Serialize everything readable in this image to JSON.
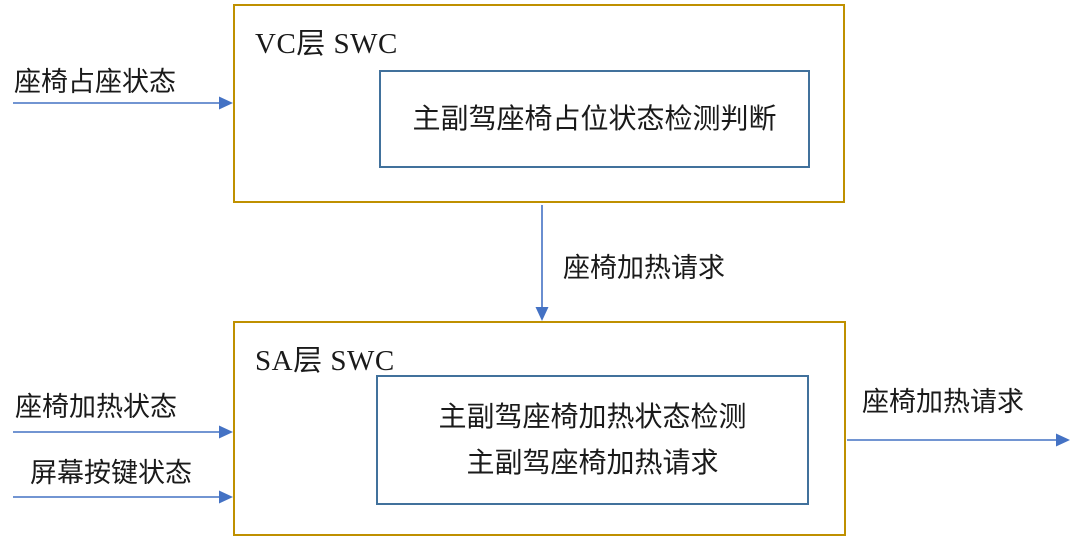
{
  "colors": {
    "block_border": "#BF9000",
    "inner_box_border": "#41719C",
    "arrow": "#4472C4",
    "text": "#1a1a1a",
    "background": "#ffffff"
  },
  "vc_block": {
    "title": "VC层 SWC",
    "function_box": "主副驾座椅占位状态检测判断",
    "input": "座椅占座状态"
  },
  "connection": {
    "label": "座椅加热请求"
  },
  "sa_block": {
    "title": "SA层 SWC",
    "function_box_line1": "主副驾座椅加热状态检测",
    "function_box_line2": "主副驾座椅加热请求",
    "inputs": [
      "座椅加热状态",
      "屏幕按键状态"
    ],
    "output": "座椅加热请求"
  }
}
